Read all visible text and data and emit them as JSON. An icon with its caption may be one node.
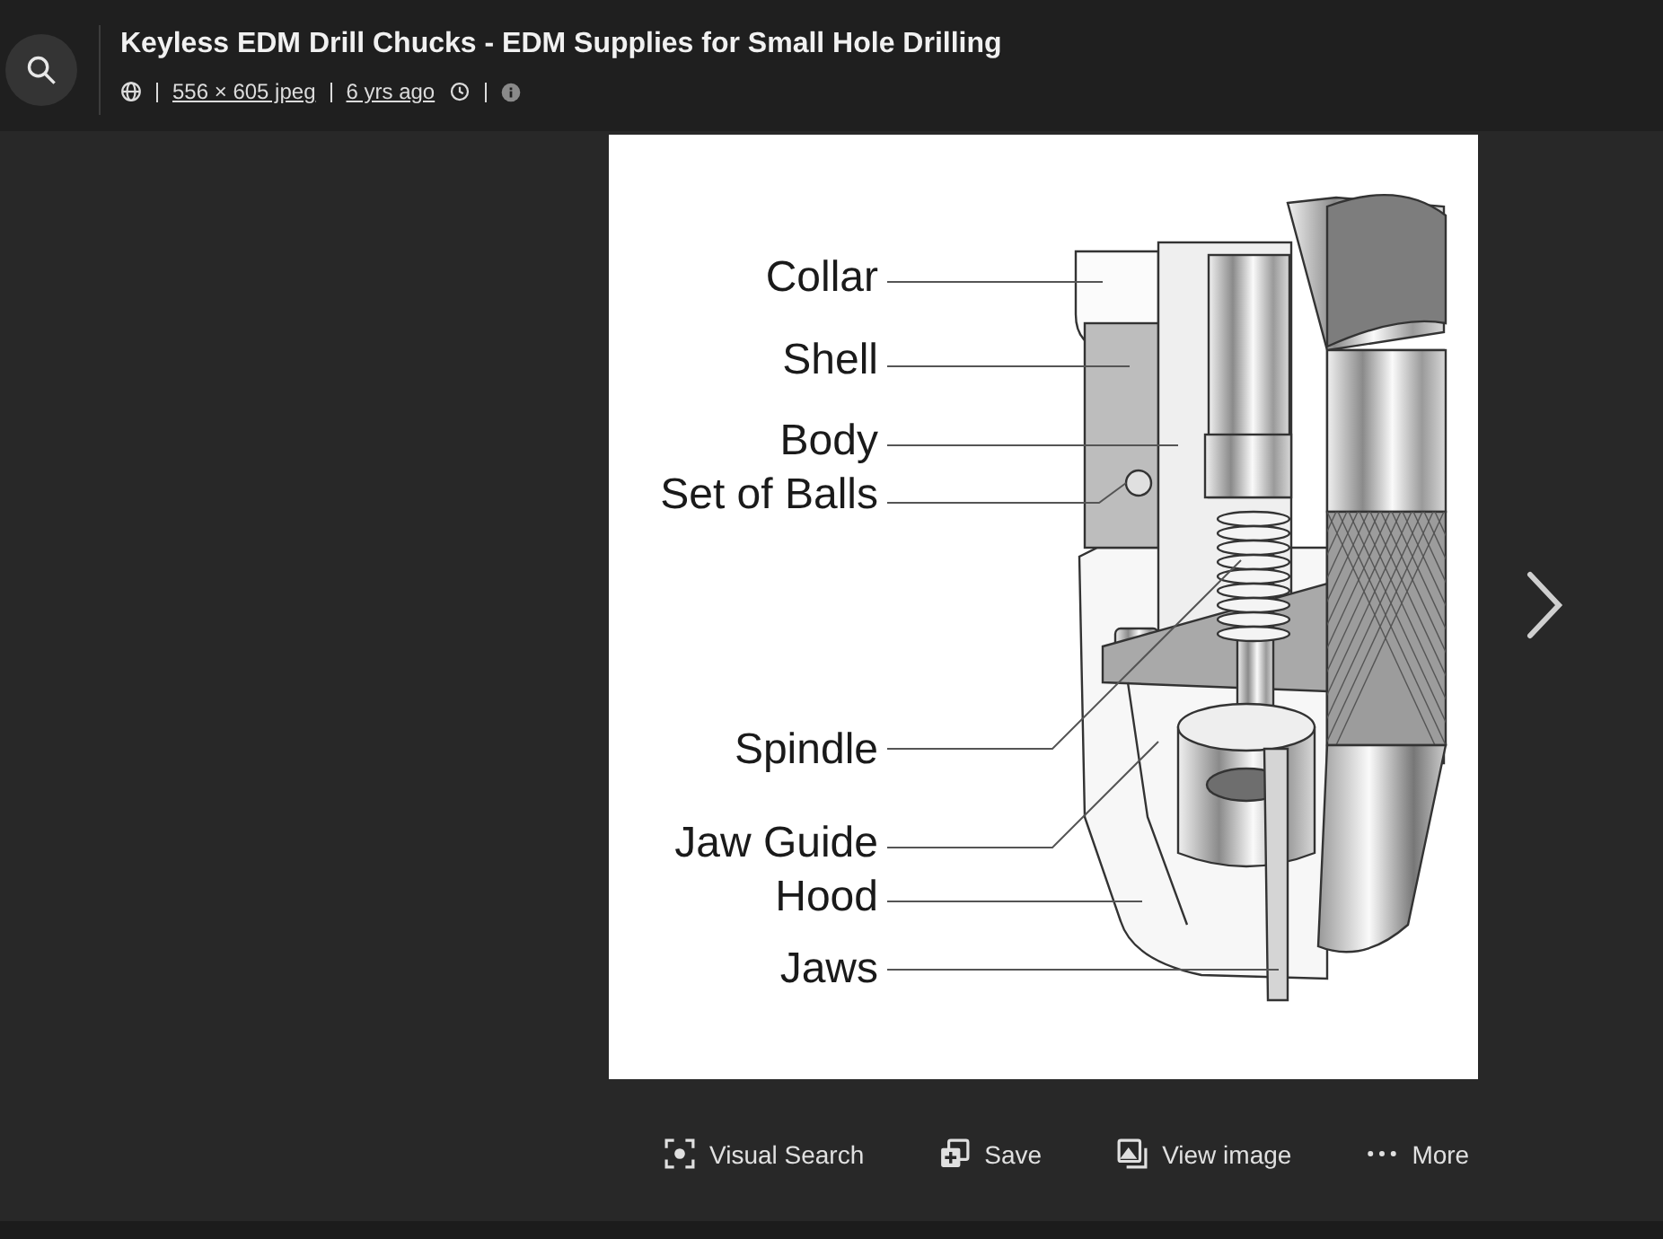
{
  "diagram": {
    "title": "Keyless EDM Drill Chucks - EDM Supplies for Small Hole Drilling",
    "nodes": [
      {
        "text": [
          "Collar"
        ]
      },
      {
        "text": [
          "Shell"
        ]
      },
      {
        "text": [
          "Body"
        ]
      },
      {
        "text": [
          "Set of Balls"
        ]
      },
      {
        "text": [
          "Spindle"
        ]
      },
      {
        "text": [
          "Jaw Guide"
        ]
      },
      {
        "text": [
          "Hood"
        ]
      },
      {
        "text": [
          "Jaws"
        ]
      }
    ],
    "edges": [
      {
        "from": 0,
        "to": null,
        "arrow": "none"
      },
      {
        "from": 1,
        "to": null,
        "arrow": "none"
      },
      {
        "from": 2,
        "to": null,
        "arrow": "none"
      },
      {
        "from": 3,
        "to": null,
        "arrow": "none"
      },
      {
        "from": 4,
        "to": null,
        "arrow": "none"
      },
      {
        "from": 5,
        "to": null,
        "arrow": "none"
      },
      {
        "from": 6,
        "to": null,
        "arrow": "none"
      },
      {
        "from": 7,
        "to": null,
        "arrow": "none"
      }
    ],
    "labels": [
      "556 × 605 jpeg",
      "6 yrs ago",
      "Visual Search",
      "Save",
      "View image",
      "More"
    ]
  }
}
